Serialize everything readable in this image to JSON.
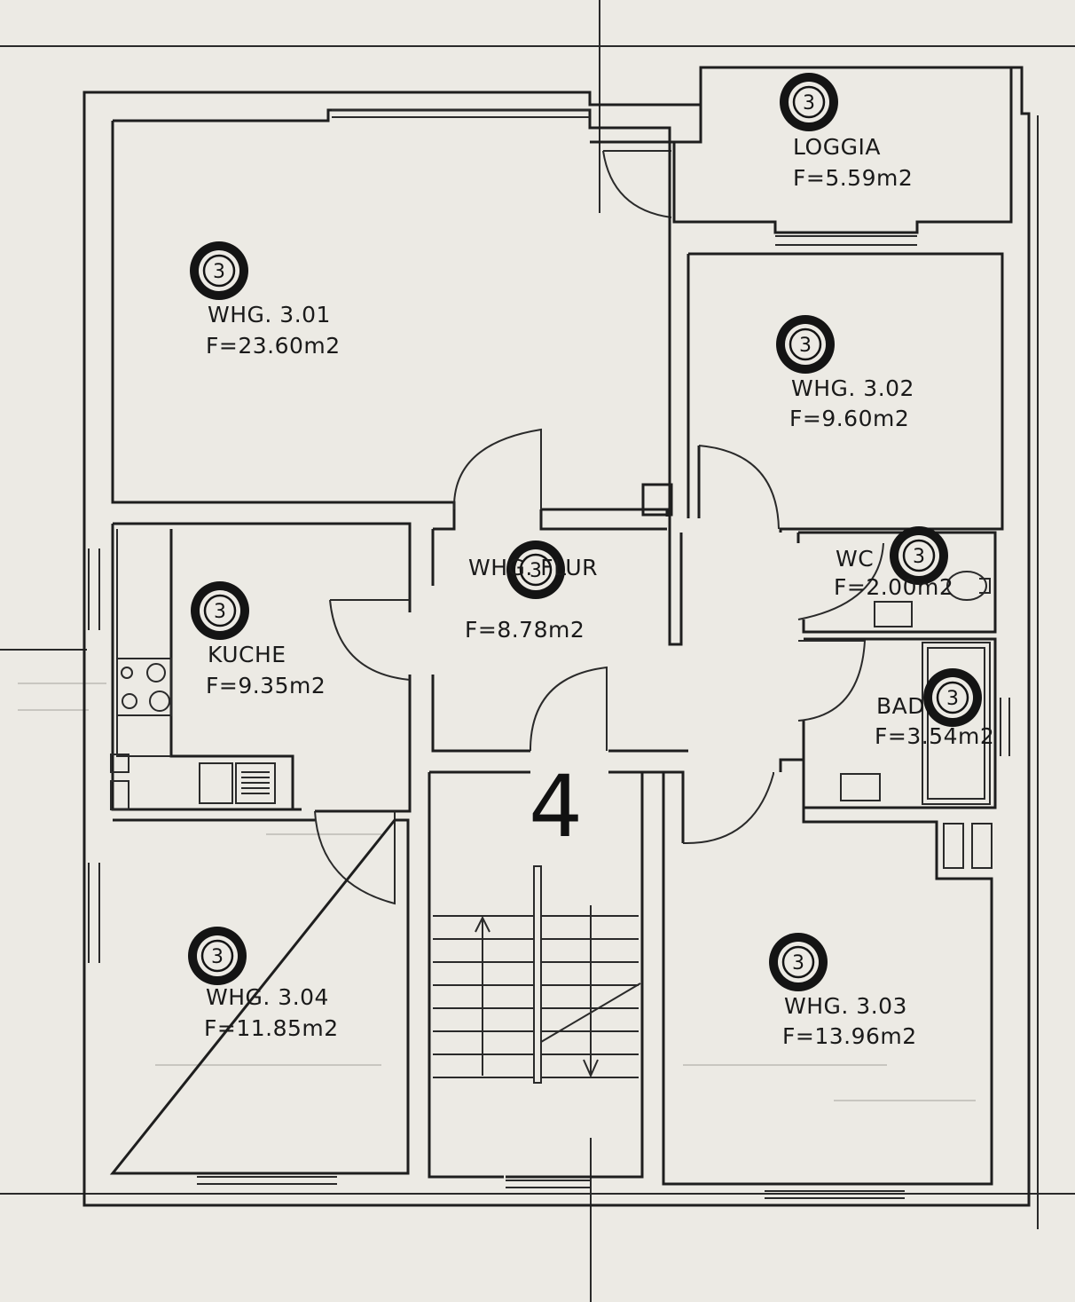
{
  "rooms": [
    {
      "id": "whg-301",
      "name": "WHG. 3.01",
      "area": "F=23.60m2",
      "badge": "3"
    },
    {
      "id": "loggia",
      "name": "LOGGIA",
      "area": "F=5.59m2",
      "badge": "3"
    },
    {
      "id": "whg-302",
      "name": "WHG. 3.02",
      "area": "F=9.60m2",
      "badge": "3"
    },
    {
      "id": "wc",
      "name": "WC",
      "area": "F=2.00m2",
      "badge": "3"
    },
    {
      "id": "flur",
      "name": "WHG. FLUR",
      "area": "F=8.78m2",
      "badge": "3"
    },
    {
      "id": "kuche",
      "name": "KUCHE",
      "area": "F=9.35m2",
      "badge": "3"
    },
    {
      "id": "bad",
      "name": "BAD",
      "area": "F=3.54m2",
      "badge": "3"
    },
    {
      "id": "whg-304",
      "name": "WHG. 3.04",
      "area": "F=11.85m2",
      "badge": "3"
    },
    {
      "id": "whg-303",
      "name": "WHG. 3.03",
      "area": "F=13.96m2",
      "badge": "3"
    }
  ],
  "stairwell_mark": "4"
}
